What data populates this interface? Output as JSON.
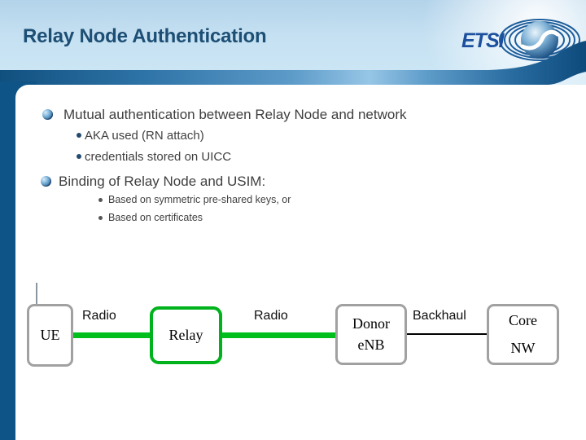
{
  "title": "Relay Node Authentication",
  "logo": {
    "text": "ETSI"
  },
  "bullets": [
    {
      "text": "Mutual authentication between Relay Node and network",
      "children": [
        "AKA used (RN attach)",
        "credentials stored on UICC"
      ]
    },
    {
      "text": "Binding of Relay Node and USIM:",
      "children": [
        "Based on symmetric pre-shared keys, or",
        "Based on certificates"
      ]
    }
  ],
  "diagram": {
    "nodes": [
      {
        "id": "ue",
        "label": "UE"
      },
      {
        "id": "relay",
        "label": "Relay"
      },
      {
        "id": "donor-enb",
        "lines": [
          "Donor",
          "eNB"
        ]
      },
      {
        "id": "core-nw",
        "lines": [
          "Core",
          "NW"
        ]
      }
    ],
    "links": [
      {
        "label": "Radio",
        "style": "green-thick"
      },
      {
        "label": "Radio",
        "style": "green-thick"
      },
      {
        "label": "Backhaul",
        "style": "black-thin"
      }
    ]
  },
  "colors": {
    "band_dark": "#0f4e80",
    "band_light": "#9cc9e8",
    "stripe": "#0e5486",
    "header_bg": "#c9e3f3",
    "title_text": "#1d4e74",
    "body_text": "#3f3f3f",
    "link_green": "#00bf1d",
    "box_border_gray": "#a1a1a1",
    "logo_blue": "#1c4f9d"
  }
}
